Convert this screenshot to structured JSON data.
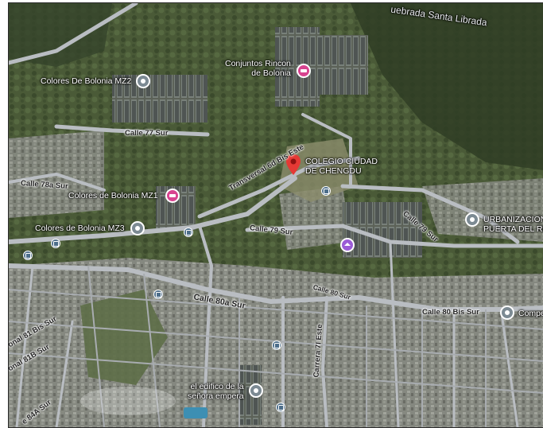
{
  "map": {
    "water_label": "uebrada Santa Librada",
    "place_labels": [
      {
        "id": "colores-mz2",
        "text": "Colores De Bolonia MZ2",
        "pin": "grey",
        "icon": "location-icon"
      },
      {
        "id": "conjuntos-rincon",
        "line1": "Conjuntos Rincon",
        "line2": "de Bolonia",
        "pin": "pink",
        "icon": "hotel-icon"
      },
      {
        "id": "colegio",
        "line1": "COLEGIO CIUDAD",
        "line2": "DE CHENGDU",
        "pin": "red",
        "icon": "school-pin-icon"
      },
      {
        "id": "colores-mz1",
        "text": "Colores de Bolonia MZ1",
        "pin": "pink",
        "icon": "hotel-icon"
      },
      {
        "id": "colores-mz3",
        "text": "Colores de Bolonia MZ3",
        "pin": "grey",
        "icon": "location-icon"
      },
      {
        "id": "urbanizacion",
        "line1": "URBANIZACION",
        "line2": "PUERTA DEL RE",
        "pin": "grey",
        "icon": "location-icon"
      },
      {
        "id": "compe",
        "text": "Compe",
        "pin": "grey",
        "icon": "location-icon"
      },
      {
        "id": "edificio",
        "line1": "el edifico de la",
        "line2": "señora empera",
        "pin": "grey",
        "icon": "location-icon"
      }
    ],
    "road_labels": {
      "calle_77_sur": "Calle 77 Sur",
      "calle_78a_sur": "Calle 78a Sur",
      "transversal_6d": "Transversal 6d Bis Este",
      "calle_79_sur_a": "Calle 79 Sur",
      "calle_79_sur_b": "Calle 79 Sur",
      "calle_80_sur": "Calle 80 Sur",
      "calle_80a_sur": "Calle 80a Sur",
      "calle_80_bis_sur": "Calle 80 Bis Sur",
      "carrera_7i_este": "Carrera 7I Este",
      "diagonal_81_bis_sur": "onal 81 Bis Sur",
      "diagonal_81b_sur": "onal 81B Sur",
      "calle_84a_sur": "e 84A Sur"
    },
    "colors": {
      "vegetation": "#4b5b3a",
      "urban": "#7d7f7a",
      "road": "#b9bdc2",
      "pin_red": "#e53935",
      "pin_pink": "#d8438f",
      "pin_grey": "#7c8a93",
      "pin_purple": "#9b5cd6"
    }
  }
}
